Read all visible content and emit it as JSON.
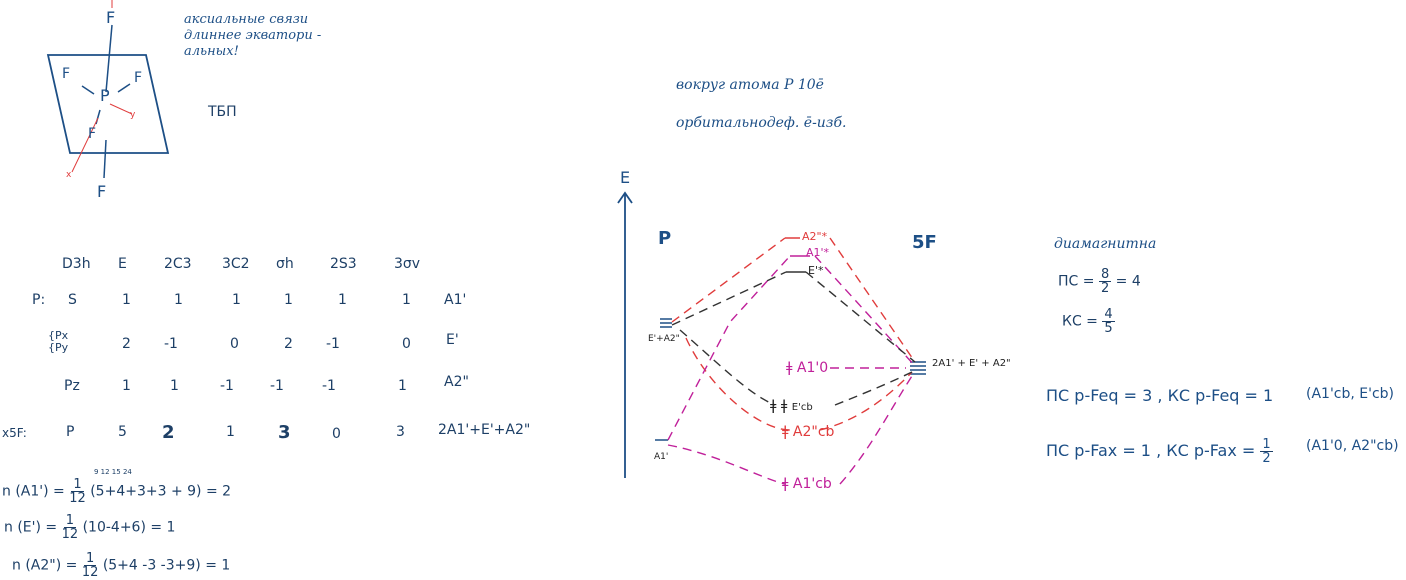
{
  "molecule": {
    "F_top": "F",
    "F_bottom": "F",
    "F_left": "F",
    "F_right": "F",
    "F_front": "F",
    "P": "P",
    "label_x": "x",
    "label_y": "y",
    "shape": "ТБП"
  },
  "note_axial": [
    "аксиальные связи",
    "длиннее экватори -",
    "альных!"
  ],
  "note_orbitals": [
    "вокруг атома P 10ē",
    "орбитальнодеф. ē-изб."
  ],
  "table": {
    "headers": [
      "D3h",
      "E",
      "2C3",
      "3C2",
      "σh",
      "2S3",
      "3σv"
    ],
    "rows": [
      {
        "prefix": "P:",
        "label": "S",
        "values": [
          "1",
          "1",
          "1",
          "1",
          "1",
          "1"
        ],
        "irrep": "A1'"
      },
      {
        "prefix": "",
        "label": "{Px {Py",
        "values": [
          "2",
          "-1",
          "0",
          "2",
          "-1",
          "0"
        ],
        "irrep": "E'"
      },
      {
        "prefix": "",
        "label": "Pz",
        "values": [
          "1",
          "1",
          "-1",
          "-1",
          "-1",
          "1"
        ],
        "irrep": "A2\""
      },
      {
        "prefix": "x5F:",
        "label": "P",
        "values": [
          "5",
          "2",
          "1",
          "3",
          "0",
          "3"
        ],
        "irrep": "2A1'+E'+A2\""
      }
    ]
  },
  "reductions": [
    {
      "lhs": "n (A1') =",
      "num": "1",
      "den": "12",
      "expr": "(5+4+3+3 + 9) = 2",
      "over": "9  12  15  24"
    },
    {
      "lhs": "n (E') =",
      "num": "1",
      "den": "12",
      "expr": "(10-4+6) = 1",
      "over": ""
    },
    {
      "lhs": "n (A2\") =",
      "num": "1",
      "den": "12",
      "expr": "(5+4 -3 -3+9) = 1",
      "over": ""
    }
  ],
  "mo_diagram": {
    "axis_label": "E",
    "left_atom": "P",
    "right_atom": "5F",
    "left_levels": {
      "upper": "E'+A2\"",
      "lower": "A1'"
    },
    "right_level": "2A1' + E' + A2\"",
    "mo_levels": [
      "A2\"*",
      "A1'*",
      "E'*",
      "A1'0",
      "E'cb",
      "A2\"cb",
      "A1'cb"
    ],
    "colors": {
      "red": "#e03c3c",
      "magenta": "#c0209a",
      "dark": "#333333",
      "blue": "#1d4f86"
    }
  },
  "right_notes": {
    "magnetism": "диамагнитна",
    "pc": "ПС =",
    "pc_num": "8",
    "pc_den": "2",
    "pc_res": "= 4",
    "kc": "КС =",
    "kc_num": "4",
    "kc_den": "5",
    "feq": "ПС p-Feq = 3 ,  КС p-Feq = 1",
    "feq_orb": "(A1'cb, E'cb)",
    "fax": "ПС p-Fax = 1 ,  КС p-Fax =",
    "fax_num": "1",
    "fax_den": "2",
    "fax_orb": "(A1'0, A2\"cb)"
  }
}
